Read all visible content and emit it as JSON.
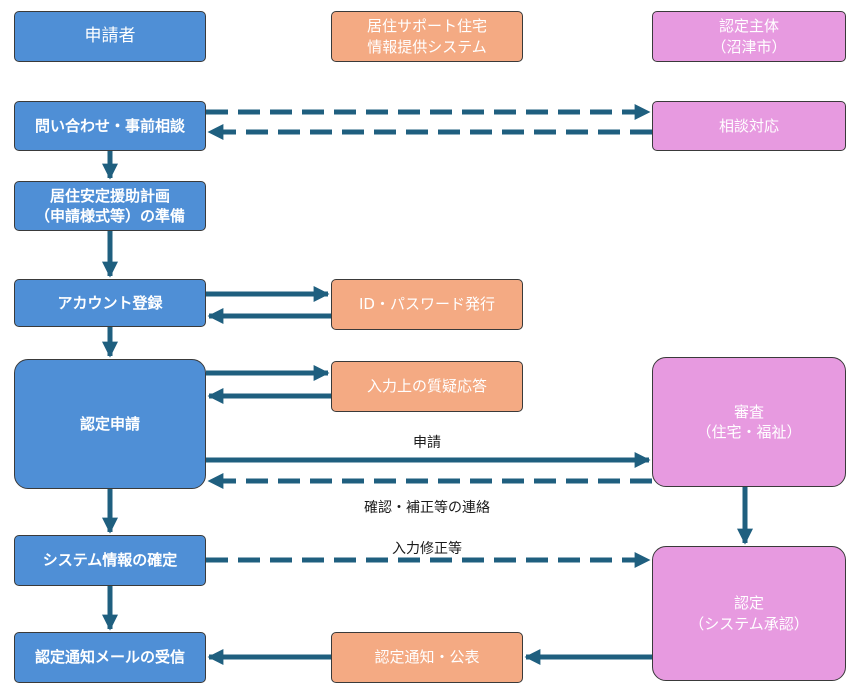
{
  "columns": {
    "applicant": "申請者",
    "system": [
      "居住サポート住宅",
      "情報提供システム"
    ],
    "authority": [
      "認定主体",
      "（沼津市）"
    ]
  },
  "steps": {
    "inquiry": "問い合わせ・事前相談",
    "plan": [
      "居住安定援助計画",
      "（申請様式等）の準備"
    ],
    "account": "アカウント登録",
    "apply": "認定申請",
    "confirm": "システム情報の確定",
    "receive": "認定通知メールの受信"
  },
  "system_actions": {
    "id_issue": "ID・パスワード発行",
    "qa": "入力上の質疑応答",
    "notify": "認定通知・公表"
  },
  "authority_actions": {
    "consult": "相談対応",
    "review": [
      "審査",
      "（住宅・福祉）"
    ],
    "certify": [
      "認定",
      "（システム承認）"
    ]
  },
  "labels": {
    "apply": "申請",
    "correction": "確認・補正等の連絡",
    "input_fix": "入力修正等"
  },
  "colors": {
    "applicant": "#4f8fd6",
    "system": "#f4aa83",
    "authority": "#e79ae0",
    "arrow": "#1f5f7f"
  }
}
